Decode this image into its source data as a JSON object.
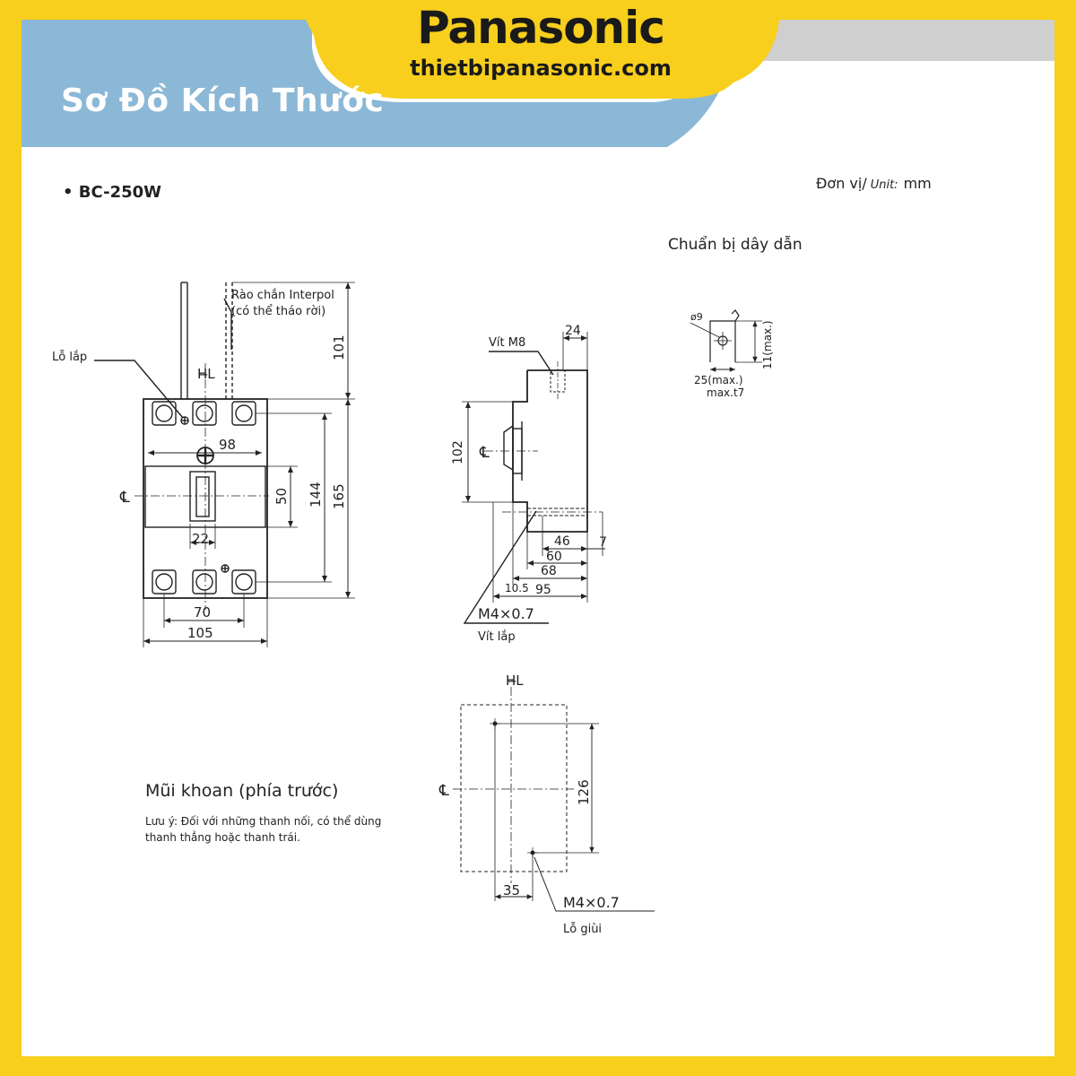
{
  "header": {
    "title": "Sơ Đồ Kích Thước",
    "brand_name": "Panasonic",
    "brand_site": "thietbipanasonic.com"
  },
  "model": "• BC-250W",
  "unit": {
    "prefix": "Đơn vị/",
    "italic": "Unit:",
    "value": "mm"
  },
  "front_view": {
    "barrier_label_1": "Rào chắn Interpol",
    "barrier_label_2": "(có thể tháo rời)",
    "mount_hole": "Lỗ lắp",
    "dims": {
      "d101": "101",
      "d98": "98",
      "d50": "50",
      "d144": "144",
      "d165": "165",
      "d22": "22",
      "d70": "70",
      "d105": "105"
    }
  },
  "side_view": {
    "screw_m8": "Vít M8",
    "dims": {
      "d24": "24",
      "d102": "102",
      "d46": "46",
      "d7": "7",
      "d60": "60",
      "d68": "68",
      "d10_5": "10.5",
      "d95": "95"
    },
    "mount_screw": "M4×0.7",
    "mount_screw_label": "Vít lắp"
  },
  "wire_prep": {
    "title": "Chuẩn bị dây dẫn",
    "phi": "ø9",
    "max11": "11(max.)",
    "max25": "25(max.)",
    "t7": "max.t7"
  },
  "drill": {
    "title": "Mũi khoan (phía trước)",
    "note_1": "Lưu ý: Đối với những thanh nối, có thể dùng",
    "note_2": "thanh thẳng hoặc thanh trái.",
    "dims": {
      "d126": "126",
      "d35": "35"
    },
    "screw": "M4×0.7",
    "hole_label": "Lỗ giùi"
  },
  "symbols": {
    "center": "℄",
    "hl": "H̶L"
  },
  "colors": {
    "yellow": "#f7cf1c",
    "blue": "#8bb8d6",
    "gray": "#cfcfcf"
  }
}
